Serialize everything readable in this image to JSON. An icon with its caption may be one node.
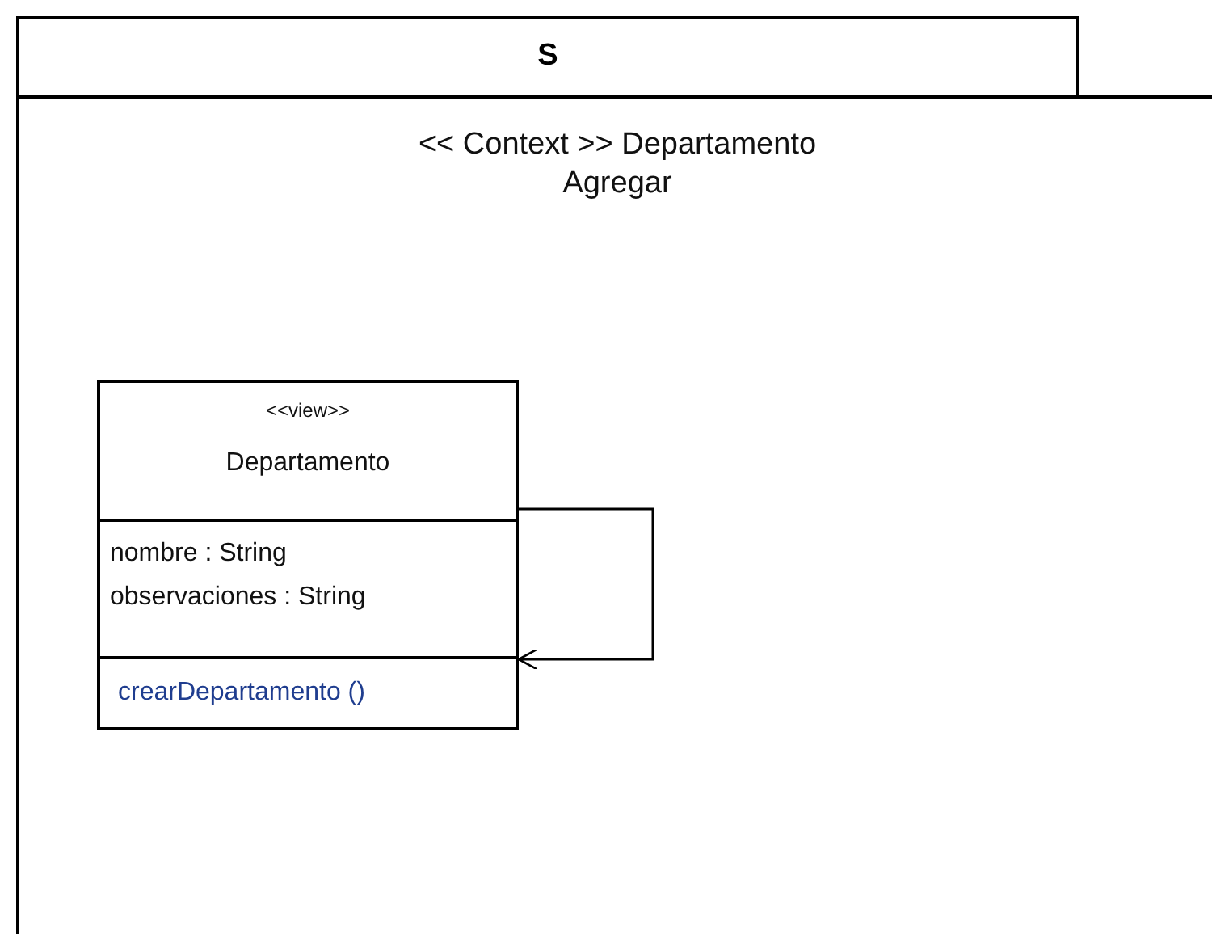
{
  "diagram": {
    "nodes": [
      {
        "text": [
          "S",
          "<< Context >> Departamento Agregar"
        ]
      },
      {
        "text": [
          "<<view>>",
          "Departamento",
          "nombre : String",
          "observaciones : String",
          "crearDepartamento ()"
        ],
        "in": 0
      }
    ],
    "edges": [
      {
        "from": 1,
        "to": 1,
        "arrow": "to"
      }
    ]
  }
}
